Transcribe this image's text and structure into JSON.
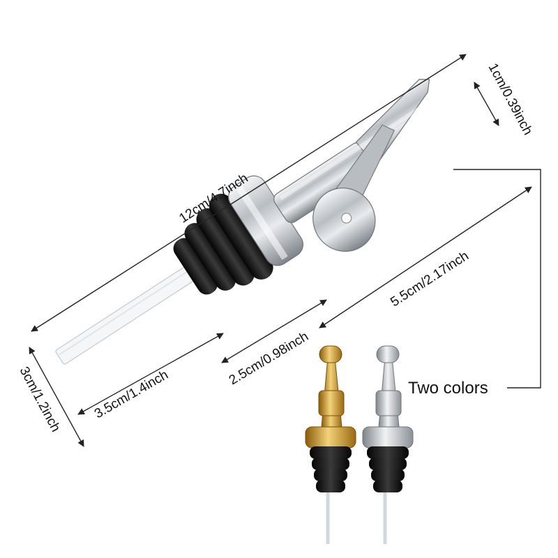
{
  "dimensions": {
    "overall_length": "12cm/4.7inch",
    "spout_height": "1cm/0.39inch",
    "pour_length": "5.5cm/2.17inch",
    "stopper_length": "2.5cm/0.98inch",
    "tube_length": "3.5cm/1.4inch",
    "stopper_diameter": "3cm/1.2inch"
  },
  "callout": {
    "label": "Two colors"
  },
  "variants": [
    {
      "name": "gold",
      "color": "#d4a022"
    },
    {
      "name": "silver",
      "color": "#c8ccd0"
    }
  ],
  "colors": {
    "rubber": "#1a1a1a",
    "chrome": "#c9cdd1",
    "line": "#222222"
  }
}
